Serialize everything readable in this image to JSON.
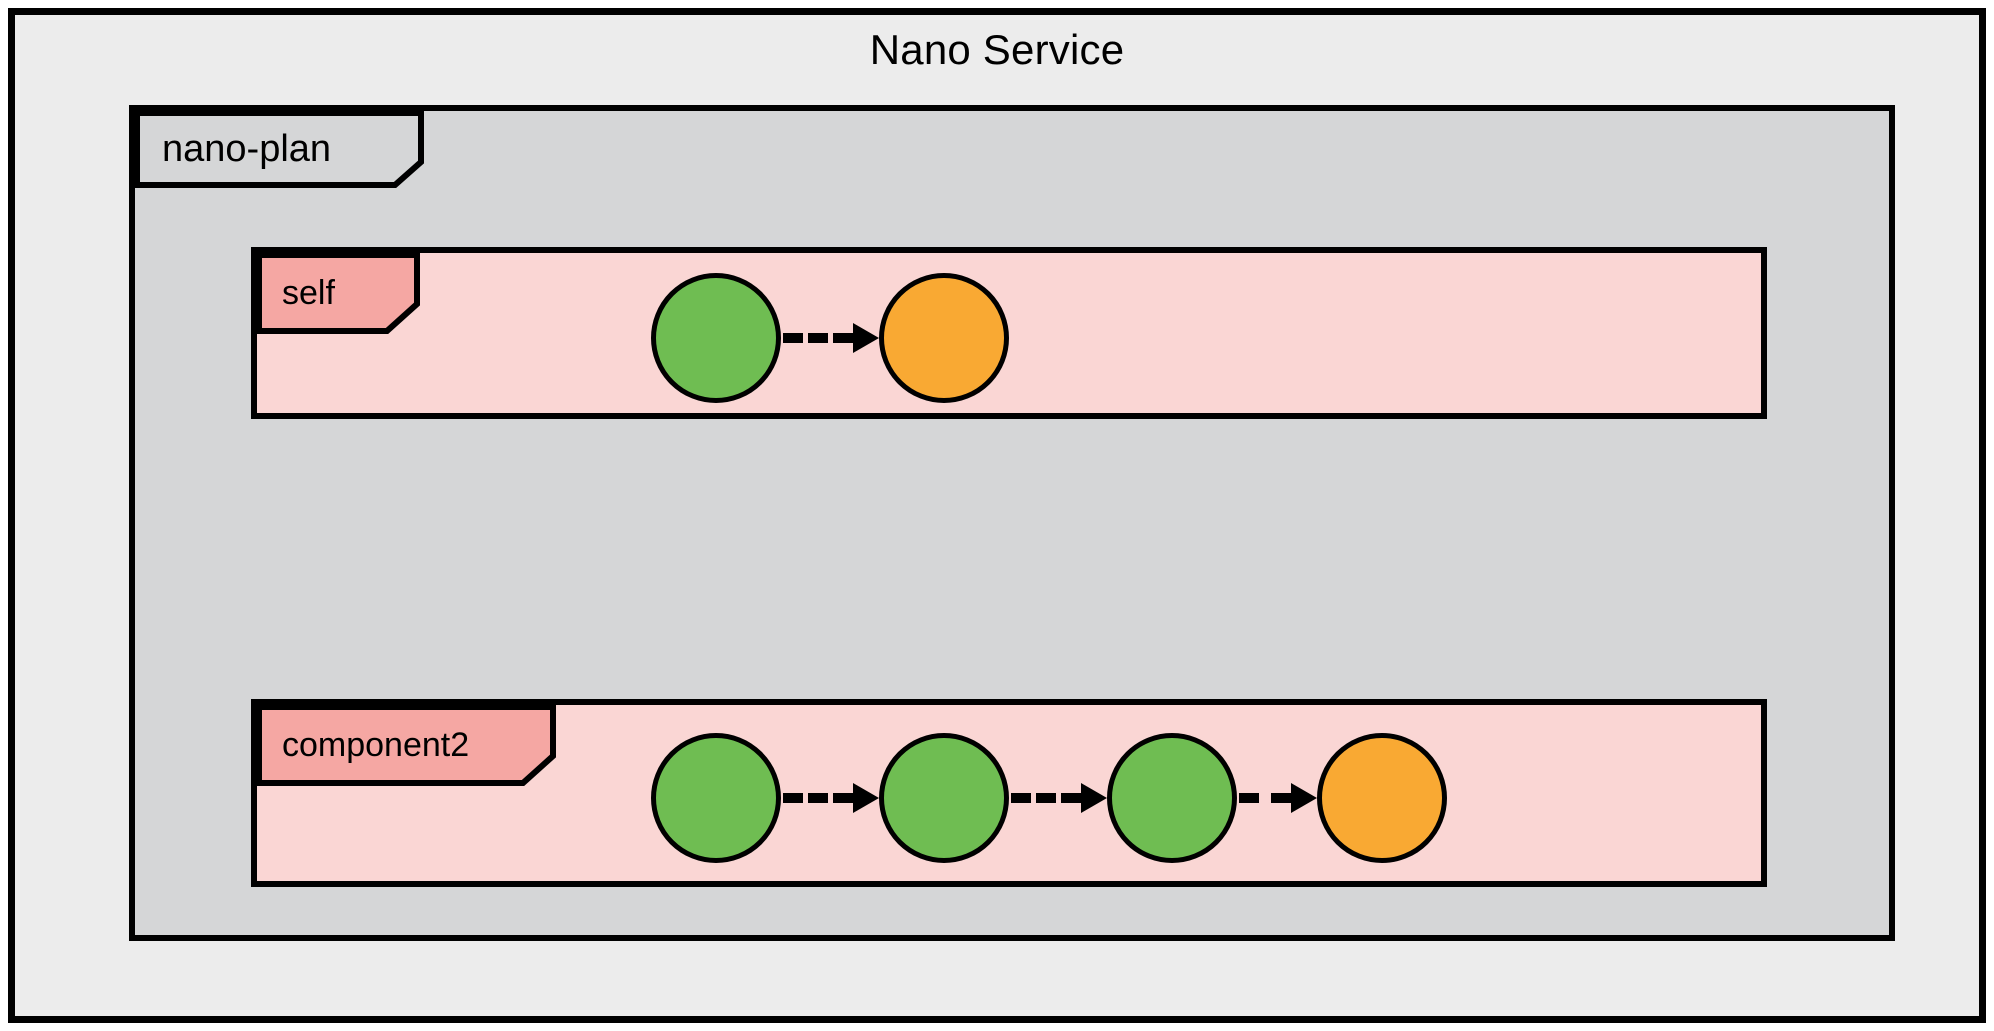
{
  "diagram": {
    "title": "Nano Service",
    "background_color": "#ececec",
    "frame_border_color": "#000000",
    "container": {
      "label": "nano-plan",
      "fill_color": "#d5d6d7",
      "tab_fill_color": "#d5d6d7"
    },
    "lane_tab_color": "#f5a7a3",
    "lane_fill_color": "#fad6d4",
    "node_colors": {
      "green": "#6fbd52",
      "orange": "#f9a933"
    },
    "edge_style": "dashed-arrow",
    "lanes": [
      {
        "label": "self",
        "nodes": [
          {
            "state": "green"
          },
          {
            "state": "orange"
          }
        ],
        "edges": 1
      },
      {
        "label": "component2",
        "nodes": [
          {
            "state": "green"
          },
          {
            "state": "green"
          },
          {
            "state": "green"
          },
          {
            "state": "orange"
          }
        ],
        "edges": 3
      }
    ]
  }
}
